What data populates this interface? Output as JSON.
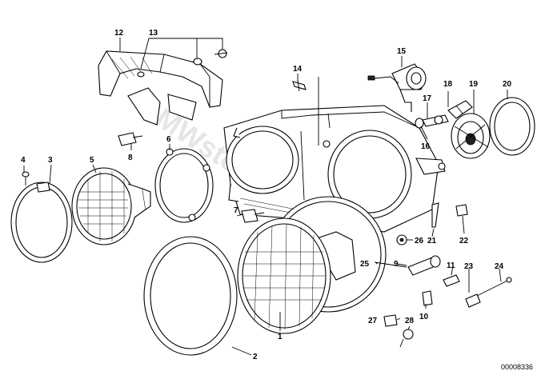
{
  "diagram": {
    "reference_number": "00008336",
    "watermark": "BMWstore.ru",
    "part_labels": {
      "p1": "1",
      "p2": "2",
      "p3": "3",
      "p4": "4",
      "p5": "5",
      "p6": "6",
      "p7": "7",
      "p8": "8",
      "p9": "9",
      "p10": "10",
      "p11": "11",
      "p12": "12",
      "p13": "13",
      "p14": "14",
      "p15": "15",
      "p16": "16",
      "p17": "17",
      "p18": "18",
      "p19": "19",
      "p20": "20",
      "p21": "21",
      "p22": "22",
      "p23": "23",
      "p24": "24",
      "p25": "25",
      "p26": "26",
      "p27": "27",
      "p28": "28"
    }
  }
}
